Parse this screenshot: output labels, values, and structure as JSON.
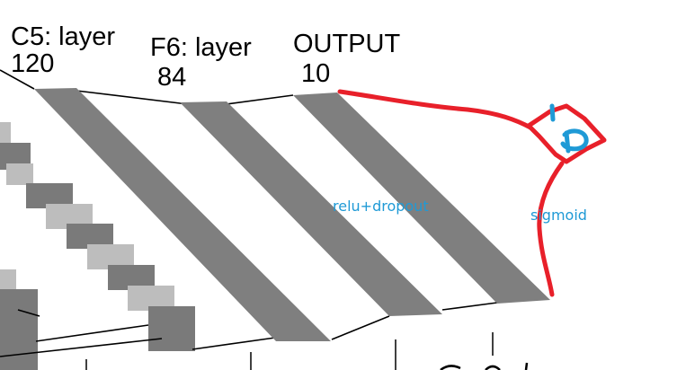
{
  "colors": {
    "band": "#7f7f7f",
    "fmap_dark": "#7a7a7a",
    "fmap_light": "#bdbdbd",
    "line": "#000000",
    "annotation_red": "#e8202a",
    "annotation_blue": "#1f9ad6"
  },
  "layers": [
    {
      "name": "C5: layer",
      "size": "120"
    },
    {
      "name": "F6: layer",
      "size": "84"
    },
    {
      "name": "OUTPUT",
      "size": "10"
    }
  ],
  "annotations": {
    "relu_dropout": "relu+dropout",
    "sigmoid": "sigmoid",
    "handwritten_mark": "p"
  }
}
